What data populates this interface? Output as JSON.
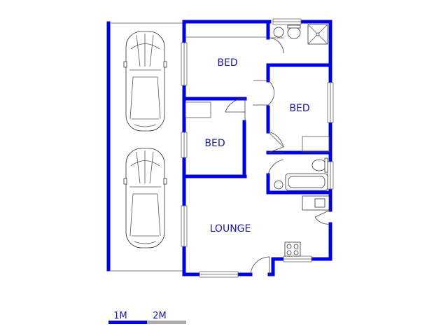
{
  "rooms": {
    "bed_1": "BED",
    "bed_2": "BED",
    "bed_3": "BED",
    "lounge": "LOUNGE"
  },
  "scale": {
    "mark_1": "1M",
    "mark_2": "2M"
  },
  "colors": {
    "wall": "#0000e6",
    "label": "#1a1aa0",
    "scale_bar": "#0000e6",
    "scale_bar_rest": "#aaaaaa"
  }
}
